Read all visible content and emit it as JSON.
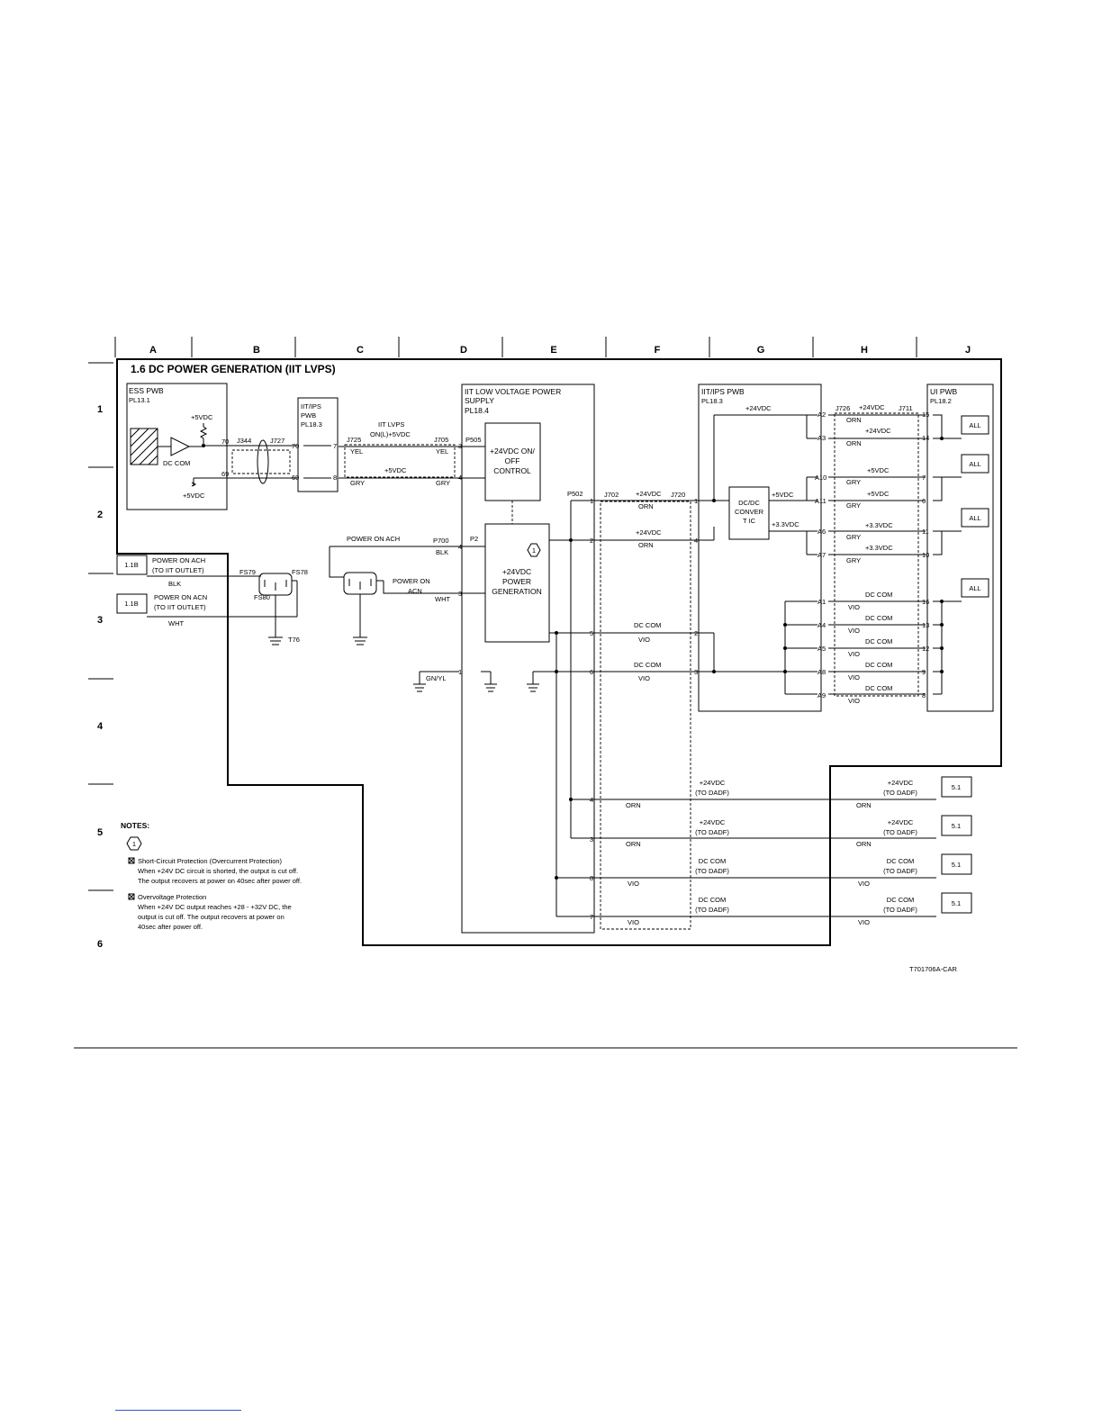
{
  "title": "1.6 DC POWER GENERATION (IIT LVPS)",
  "diagram_id": "T701706A-CAR",
  "columns": [
    "A",
    "B",
    "C",
    "D",
    "E",
    "F",
    "G",
    "H",
    "J"
  ],
  "rows": [
    "1",
    "2",
    "3",
    "4",
    "5",
    "6"
  ],
  "boards": {
    "ess_pwb": {
      "name": "ESS PWB",
      "pl": "PL13.1",
      "plus5a": "+5VDC",
      "dccom": "DC COM",
      "plus5b": "+5VDC"
    },
    "iit_ips_small": {
      "l1": "IIT/IPS",
      "l2": "PWB",
      "pl": "PL18.3"
    },
    "lvps": {
      "l1": "IIT LOW VOLTAGE POWER",
      "l2": "SUPPLY",
      "pl": "PL18.4"
    },
    "onoff": {
      "l1": "+24VDC ON/",
      "l2": "OFF",
      "l3": "CONTROL"
    },
    "powergen": {
      "l1": "+24VDC",
      "l2": "POWER",
      "l3": "GENERATION"
    },
    "iit_ips_pwb": {
      "name": "IIT/IPS PWB",
      "pl": "PL18.3"
    },
    "dcdc": {
      "l1": "DC/DC",
      "l2": "CONVER",
      "l3": "T IC"
    },
    "ui_pwb": {
      "name": "UI PWB",
      "pl": "PL18.2"
    }
  },
  "connectors": {
    "j344": "J344",
    "j727": "J727",
    "j725": "J725",
    "j705": "J705",
    "p505": "P505",
    "p700": "P700",
    "p2": "P2",
    "p502": "P502",
    "j702": "J702",
    "j720": "J720",
    "j726": "J726",
    "j711": "J711",
    "fs79": "FS79",
    "fs78": "FS78",
    "fs80": "FS80",
    "t76": "T76"
  },
  "pins": {
    "p70a": "70",
    "p69a": "69",
    "p70b": "70",
    "p69b": "69",
    "p7": "7",
    "p8": "8",
    "p505_3": "3",
    "p505_4": "4",
    "p700_4": "4",
    "p700_3": "3",
    "p700_1": "1",
    "p502_1": "1",
    "p502_2": "2",
    "p502_5": "5",
    "p502_6": "6",
    "j720_1": "1",
    "j720_4": "4",
    "j720_2": "2",
    "j720_3": "3",
    "a2": "A2",
    "a3": "A3",
    "a10": "A10",
    "a11": "A11",
    "a6": "A6",
    "a7": "A7",
    "a1": "A1",
    "a4": "A4",
    "a5": "A5",
    "a8": "A8",
    "a9": "A9",
    "u15": "15",
    "u14": "14",
    "u7": "7",
    "u6": "6",
    "u11": "11",
    "u10": "10",
    "u16": "16",
    "u13": "13",
    "u12": "12",
    "u9": "9",
    "u8": "8",
    "d4": "4",
    "d3": "3",
    "d8": "8",
    "d7": "7"
  },
  "labels": {
    "iit_lvps": "IIT LVPS",
    "on_l": "ON(L)+5VDC",
    "yel": "YEL",
    "gry": "GRY",
    "plus5vdc": "+5VDC",
    "power_on_ach": "POWER ON ACH",
    "blk": "BLK",
    "power_on": "POWER ON",
    "acn": "ACN",
    "wht": "WHT",
    "gnyl": "GN/YL",
    "to_iit_outlet": "(TO IIT OUTLET)",
    "power_on_acn": "POWER ON ACN",
    "ref_11b": "1.1B",
    "plus24vdc": "+24VDC",
    "orn": "ORN",
    "dc_com": "DC COM",
    "vio": "VIO",
    "plus33vdc": "+3.3VDC",
    "all": "ALL",
    "to_dadf": "(TO DADF)",
    "ref_51": "5.1",
    "hex1": "1"
  },
  "notes": {
    "heading": "NOTES:",
    "hex": "1",
    "n1_title": "Short-Circuit Protection (Overcurrent Protection)",
    "n1_l1": "When +24V DC circuit is shorted, the output is cut off.",
    "n1_l2": "The output recovers at power on 40sec after power off.",
    "n2_title": "Overvoltage Protection",
    "n2_l1": "When +24V DC output reaches +28 - +32V DC, the",
    "n2_l2": "output is cut off.  The output recovers at power on",
    "n2_l3": "40sec after power off."
  }
}
